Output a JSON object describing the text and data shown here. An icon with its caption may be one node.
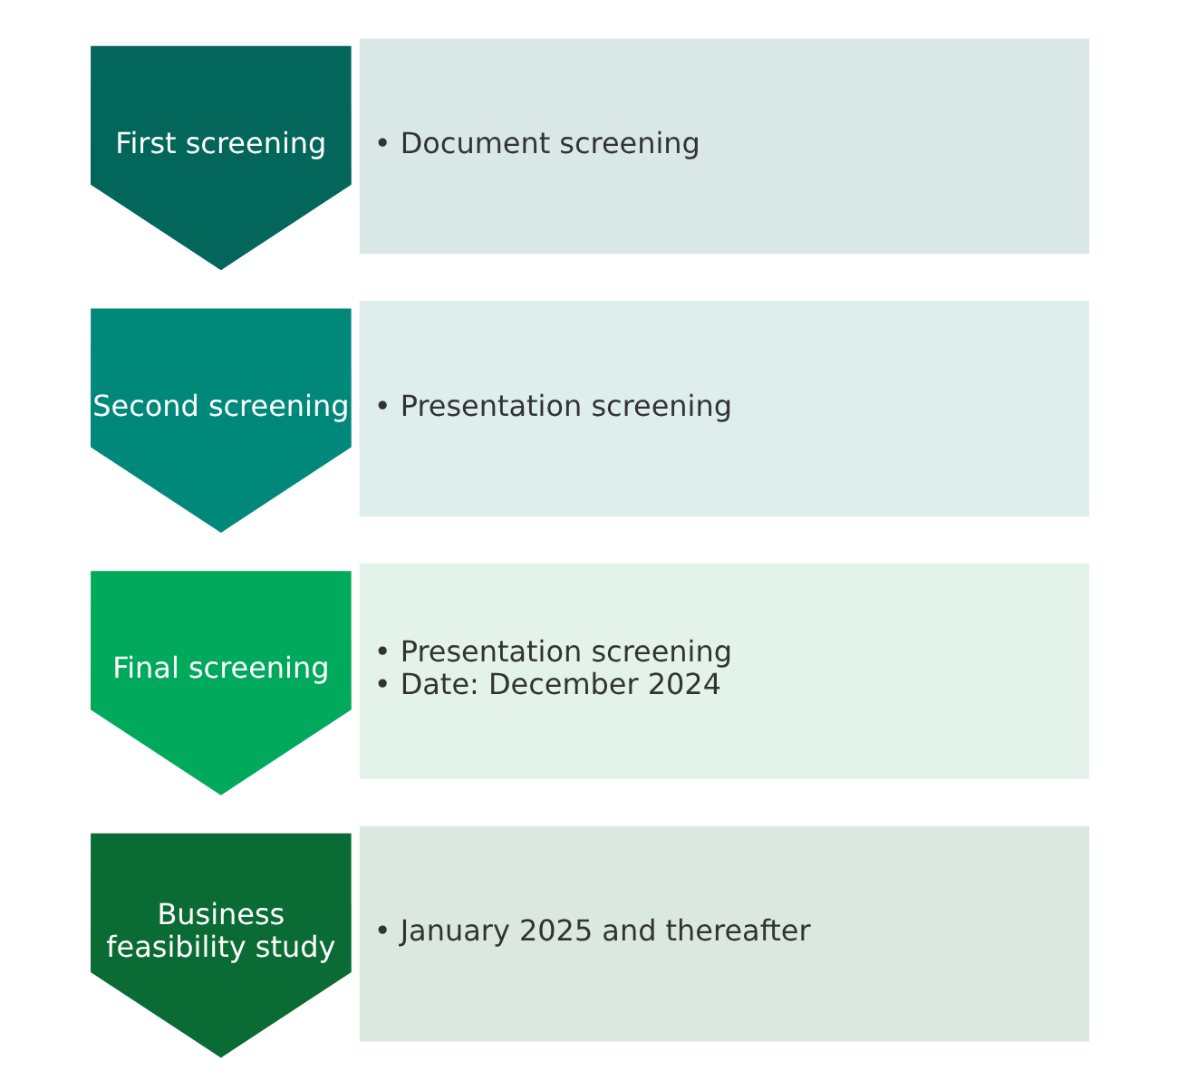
{
  "diagram": {
    "nodes": [
      {
        "text": [
          "First screening"
        ]
      },
      {
        "text": [
          "• Document screening"
        ]
      },
      {
        "text": [
          "Second screening"
        ]
      },
      {
        "text": [
          "• Presentation screening"
        ]
      },
      {
        "text": [
          "Final screening"
        ]
      },
      {
        "text": [
          "• Presentation screening",
          "• Date: December 2024"
        ]
      },
      {
        "text": [
          "Business feasibility study"
        ]
      },
      {
        "text": [
          "• January 2025 and thereafter"
        ]
      }
    ],
    "edges": []
  }
}
